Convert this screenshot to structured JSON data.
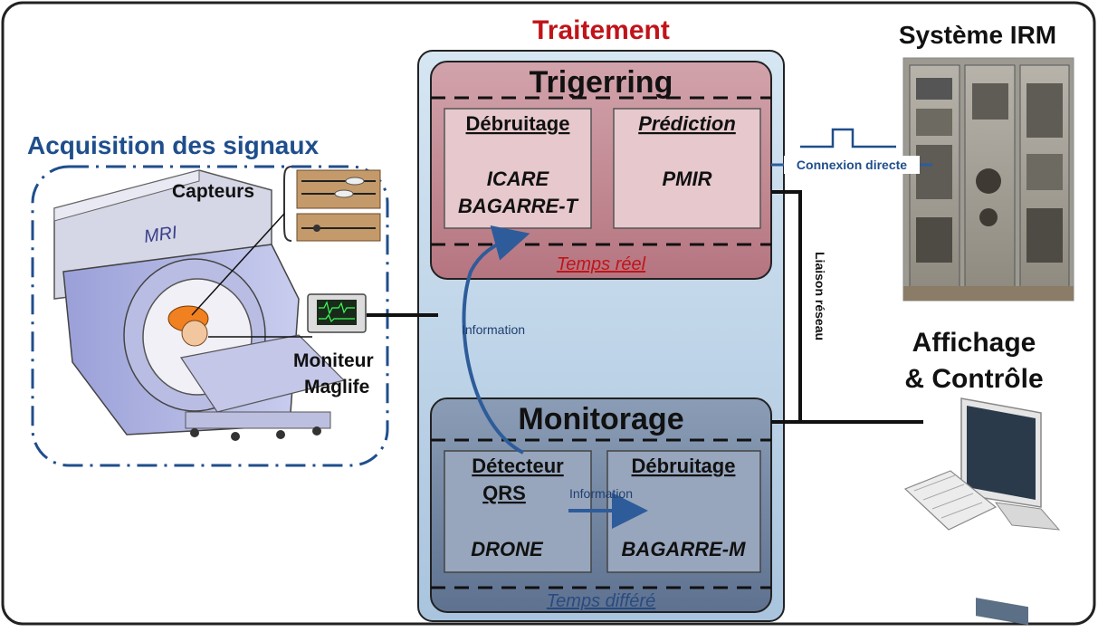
{
  "title": "Traitement",
  "acquisition": {
    "title": "Acquisition des signaux",
    "sensors_label": "Capteurs",
    "monitor_label_line1": "Moniteur",
    "monitor_label_line2": "Maglife",
    "mri_logo": "MRI"
  },
  "triggering": {
    "title": "Trigerring",
    "denoising": {
      "title": "Débruitage",
      "line1": "ICARE",
      "line2": "BAGARRE-T"
    },
    "prediction": {
      "title": "Prédiction",
      "line1": "PMIR"
    },
    "footer": "Temps réel"
  },
  "monitoring": {
    "title": "Monitorage",
    "detector": {
      "title_line1": "Détecteur",
      "title_line2": "QRS",
      "line1": "DRONE"
    },
    "denoising": {
      "title": "Débruitage",
      "line1": "BAGARRE-M"
    },
    "footer": "Temps différé",
    "arrow_label": "Information"
  },
  "feedback_arrow_label": "Information",
  "mri_system": {
    "title": "Système IRM"
  },
  "direct_connection_label": "Connexion directe",
  "network_link_label": "Liaison réseau",
  "display": {
    "line1": "Affichage",
    "line2": "& Contrôle"
  },
  "colors": {
    "title_red": "#c0141a",
    "acquisition_blue": "#1f4e8c",
    "processing_fill": "#c4d9ec",
    "triggering_fill": "#c48a94",
    "monitoring_fill": "#7b8ea8",
    "arrow_blue": "#2e5c9a"
  }
}
